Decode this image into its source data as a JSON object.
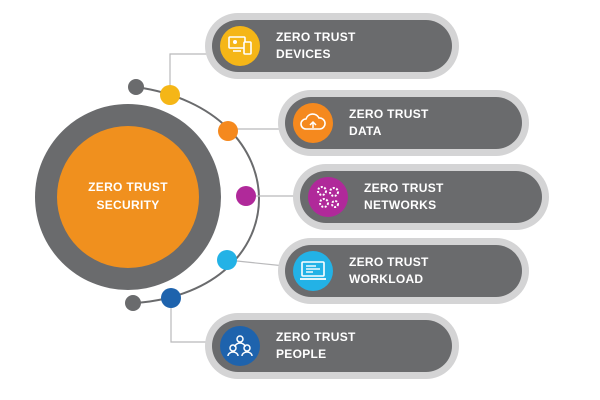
{
  "hub": {
    "line1": "ZERO TRUST",
    "line2": "SECURITY",
    "ring_color": "#6a6b6d",
    "core_color": "#f0901e"
  },
  "pillars": [
    {
      "key": "devices",
      "line1": "ZERO TRUST",
      "line2": "DEVICES",
      "color": "#f5b617",
      "icon": "devices-icon"
    },
    {
      "key": "data",
      "line1": "ZERO TRUST",
      "line2": "DATA",
      "color": "#f5891e",
      "icon": "cloud-data-icon"
    },
    {
      "key": "networks",
      "line1": "ZERO TRUST",
      "line2": "NETWORKS",
      "color": "#b0299a",
      "icon": "network-gears-icon"
    },
    {
      "key": "workload",
      "line1": "ZERO TRUST",
      "line2": "WORKLOAD",
      "color": "#23b2e6",
      "icon": "workload-screen-icon"
    },
    {
      "key": "people",
      "line1": "ZERO TRUST",
      "line2": "PEOPLE",
      "color": "#1e63ad",
      "icon": "people-group-icon"
    }
  ],
  "colors": {
    "pill": "#6a6b6d",
    "pill_outline": "#d4d4d5",
    "connector": "#b9b9bb",
    "end_dot": "#6a6b6d"
  }
}
